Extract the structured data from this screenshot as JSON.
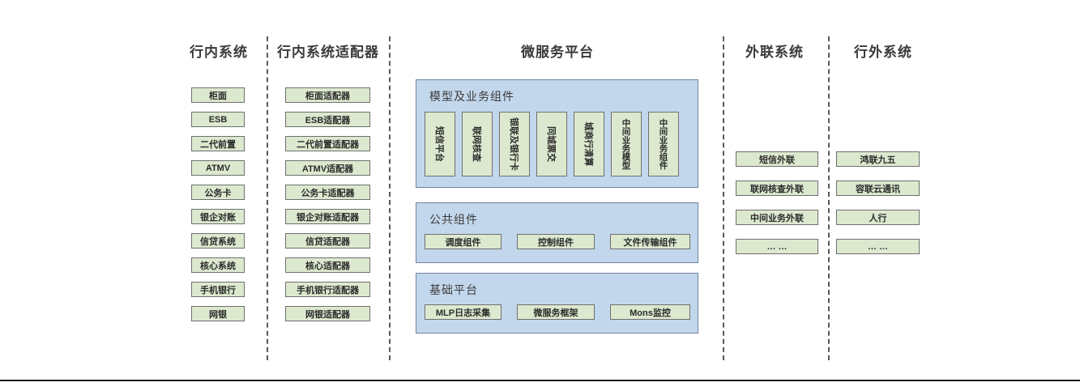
{
  "columns": {
    "internal": {
      "title": "行内系统",
      "boxes": [
        "柜面",
        "ESB",
        "二代前置",
        "ATMV",
        "公务卡",
        "银企对账",
        "信贷系统",
        "核心系统",
        "手机银行",
        "网银"
      ]
    },
    "adapters": {
      "title": "行内系统适配器",
      "boxes": [
        "柜面适配器",
        "ESB适配器",
        "二代前置适配器",
        "ATMV适配器",
        "公务卡适配器",
        "银企对账适配器",
        "信贷适配器",
        "核心适配器",
        "手机银行适配器",
        "网银适配器"
      ]
    },
    "platform": {
      "title": "微服务平台",
      "model_section": {
        "title": "模型及业务组件",
        "boxes": [
          "短信平台",
          "联网核查",
          "银联及银行卡",
          "同城票交",
          "城商行清算",
          "中间业务模型",
          "中间业务组件"
        ]
      },
      "common_section": {
        "title": "公共组件",
        "boxes": [
          "调度组件",
          "控制组件",
          "文件传输组件"
        ]
      },
      "base_section": {
        "title": "基础平台",
        "boxes": [
          "MLP日志采集",
          "微服务框架",
          "Mons监控"
        ]
      }
    },
    "external": {
      "title": "外联系统",
      "boxes": [
        "短信外联",
        "联网核查外联",
        "中间业务外联",
        "… …"
      ]
    },
    "outside": {
      "title": "行外系统",
      "boxes": [
        "鸿联九五",
        "容联云通讯",
        "人行",
        "… …"
      ]
    }
  },
  "colors": {
    "box_fill": "#dce9cf",
    "box_border": "#6f6f6f",
    "panel_fill": "#c3d7ec",
    "panel_border": "#6e84a3",
    "divider": "#595959",
    "text": "#333333"
  }
}
